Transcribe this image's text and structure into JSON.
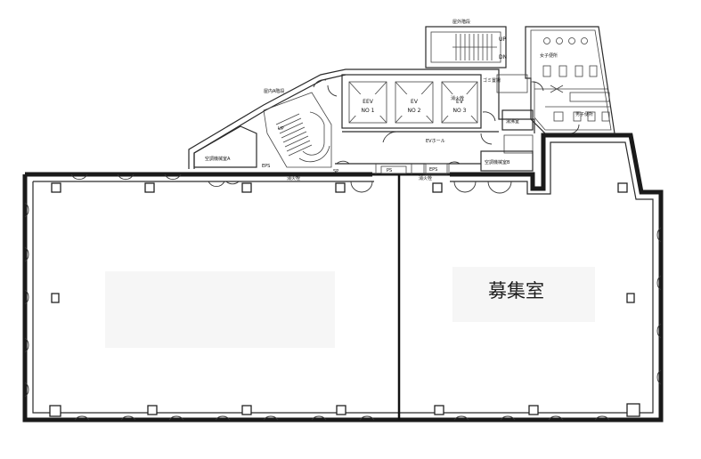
{
  "diagram": {
    "vacancy_label": "募集室",
    "labels": {
      "stair_top": "屋外階段",
      "stair_up": "UP",
      "stair_dn": "DN",
      "womens_wc": "女子便所",
      "mens_wc": "男子便所",
      "trash": "ゴミ置場",
      "storage": "湯沸室",
      "indoor_stair": "屋内A階段",
      "stair_a_up": "UP",
      "ac_room_a": "空調機械室A",
      "ac_room_b": "空調機械室B",
      "eps_left": "EPS",
      "eps_right": "EPS",
      "sp": "SP",
      "ps": "PS",
      "eev_no1": "EEV",
      "eev_no1_sub": "NO 1",
      "ev_no2": "EV",
      "ev_no2_sub": "NO 2",
      "ev_no3": "EV",
      "ev_no3_sub": "NO 3",
      "ev_hall": "EVホール",
      "small_1": "消火栓",
      "small_2": "消火栓",
      "small_3": "消火栓"
    }
  }
}
